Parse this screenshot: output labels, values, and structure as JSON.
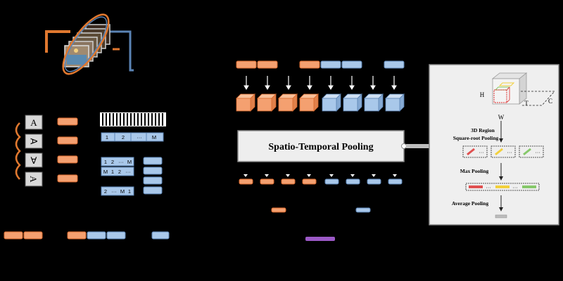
{
  "colors": {
    "background": "#000000",
    "orange": "#f4a070",
    "orange_border": "#d9682c",
    "blue": "#a9c8ea",
    "blue_border": "#5b84b5",
    "purple": "#9b59c6",
    "panel": "#efefef",
    "panel_border": "#8a8a8a",
    "red": "#e05050",
    "yellow": "#f2d03c",
    "green": "#86c86a"
  },
  "pooling_block": {
    "title": "Spatio-Temporal Pooling"
  },
  "pooling_detail": {
    "axis_h": "H",
    "axis_t": "T",
    "axis_c": "C",
    "axis_w": "W",
    "step1_line1": "3D Region",
    "step1_line2": "Square-root Pooling",
    "step2": "Max Pooling",
    "step3": "Average Pooling",
    "ellipsis": "···"
  },
  "glyphs": {
    "a_up": "A",
    "a_right": "∀",
    "a_down": "∀",
    "a_left": "A"
  },
  "index_rows": {
    "row1": [
      "1",
      "2",
      "···",
      "M"
    ],
    "row2": [
      "1",
      "2",
      "···",
      "M"
    ],
    "row3": [
      "M",
      "1",
      "2",
      "···"
    ],
    "row4": [
      "2",
      "···",
      "M",
      "1"
    ]
  },
  "icon_names": [
    "down-arrow-icon",
    "connector-icon",
    "film-frames-icon",
    "rotation-arrow-icon"
  ]
}
